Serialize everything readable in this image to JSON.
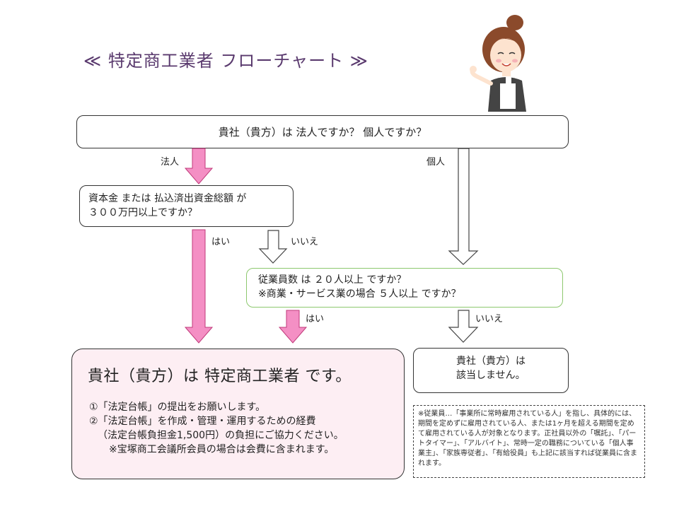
{
  "title": "≪ 特定商工業者 フローチャート ≫",
  "q1": "貴社（貴方）は 法人ですか？ 個人ですか？",
  "label_corporate": "法人",
  "label_individual": "個人",
  "q2_line1": "資本金 または 払込済出資金総額 が",
  "q2_line2": "３００万円以上ですか？",
  "yes1": "はい",
  "no1": "いいえ",
  "q3_line1": "従業員数 は ２０人以上 ですか？",
  "q3_line2": "※商業・サービス業の場合 ５人以上 ですか？",
  "yes2": "はい",
  "no2": "いいえ",
  "result_title": "貴社（貴方）は 特定商工業者 です。",
  "result_lines": [
    "①「法定台帳」の提出をお願いします。",
    "②「法定台帳」を作成・管理・運用するための経費",
    "（法定台帳負担金1,500円）の負担にご協力ください。",
    "※宝塚商工会議所会員の場合は会費に含まれます。"
  ],
  "na_line1": "貴社（貴方）は",
  "na_line2": "該当しません。",
  "note": "※従業員…「事業所に常時雇用されている人」を指し、具体的には、期間を定めずに雇用されている人、または1ヶ月を超える期間を定めて雇用されている人が対象となります。正社員以外の「嘱託」、「パートタイマー」、「アルバイト」、常時一定の職務についている「個人事業主」、「家族専従者」、「有給役員」も上記に該当すれば従業員に含まれます。",
  "colors": {
    "pink": "#f48fc4",
    "pink_border": "#c0397a",
    "title": "#5a3a6e",
    "green_border": "#8dc86e",
    "result_bg": "#fdeef3"
  }
}
